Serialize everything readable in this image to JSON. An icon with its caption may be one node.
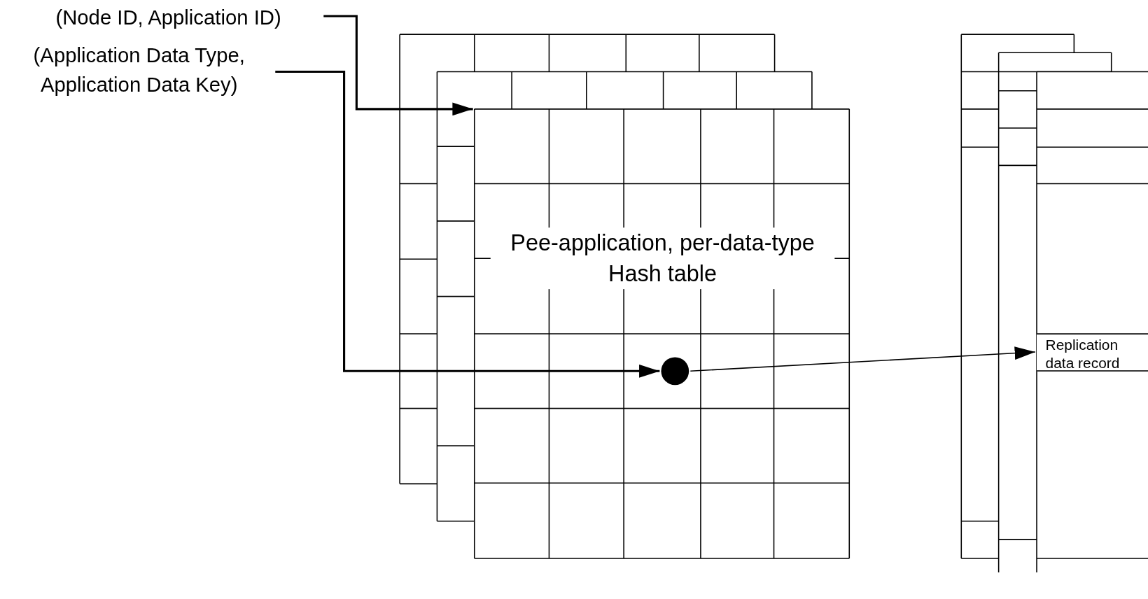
{
  "diagram": {
    "nodes": [
      {
        "text": [
          "(Node ID, Application ID)"
        ]
      },
      {
        "text": [
          "(Application Data Type, Application Data Key)"
        ]
      },
      {
        "text": [
          "Pee-application, per-data-type Hash table"
        ]
      },
      {
        "text": [],
        "shape": "circle",
        "in": 2
      },
      {
        "text": [
          "Replication data record"
        ]
      }
    ],
    "edges": [
      {
        "from": 0,
        "to": 2,
        "arrow": "to"
      },
      {
        "from": 1,
        "to": 3,
        "arrow": "to"
      },
      {
        "from": 3,
        "to": 4,
        "arrow": "to"
      }
    ]
  }
}
